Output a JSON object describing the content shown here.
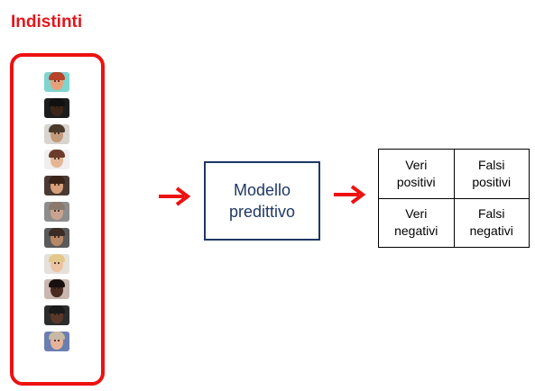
{
  "title": "Indistinti",
  "model": {
    "line1": "Modello",
    "line2": "predittivo"
  },
  "matrix": {
    "rows": [
      [
        {
          "line1": "Veri",
          "line2": "positivi"
        },
        {
          "line1": "Falsi",
          "line2": "positivi"
        }
      ],
      [
        {
          "line1": "Veri",
          "line2": "negativi"
        },
        {
          "line1": "Falsi",
          "line2": "negativi"
        }
      ]
    ]
  },
  "faces": [
    {
      "icon": "face-photo-icon",
      "bg": "#7fd4cf",
      "skin": "#e8a07a",
      "hair": "#b5442a"
    },
    {
      "icon": "face-photo-icon",
      "bg": "#1c1c1c",
      "skin": "#3d2518",
      "hair": "#111111"
    },
    {
      "icon": "face-photo-icon",
      "bg": "#d8d4cf",
      "skin": "#c49a7a",
      "hair": "#4a3a2c"
    },
    {
      "icon": "face-photo-icon",
      "bg": "#f0eeee",
      "skin": "#e5b595",
      "hair": "#6b3c2a"
    },
    {
      "icon": "face-photo-icon",
      "bg": "#4a3a33",
      "skin": "#d6a07c",
      "hair": "#3a2418"
    },
    {
      "icon": "face-photo-icon",
      "bg": "#8d8d8d",
      "skin": "#c9a38e",
      "hair": "#8a7a6c"
    },
    {
      "icon": "face-photo-icon",
      "bg": "#5a5a5a",
      "skin": "#b88866",
      "hair": "#3a2c24"
    },
    {
      "icon": "face-photo-icon",
      "bg": "#e4e0db",
      "skin": "#ecc4a4",
      "hair": "#e2c88a"
    },
    {
      "icon": "face-photo-icon",
      "bg": "#c8b8b0",
      "skin": "#4a2c22",
      "hair": "#1a1010"
    },
    {
      "icon": "face-photo-icon",
      "bg": "#2c2c2c",
      "skin": "#5a3828",
      "hair": "#1a1a1a"
    },
    {
      "icon": "face-photo-icon",
      "bg": "#6a7fb0",
      "skin": "#e6b39a",
      "hair": "#c9b8a4"
    }
  ],
  "colors": {
    "accent_red": "#e3161c",
    "model_border": "#1f3864",
    "arrow": "#ee1111"
  }
}
